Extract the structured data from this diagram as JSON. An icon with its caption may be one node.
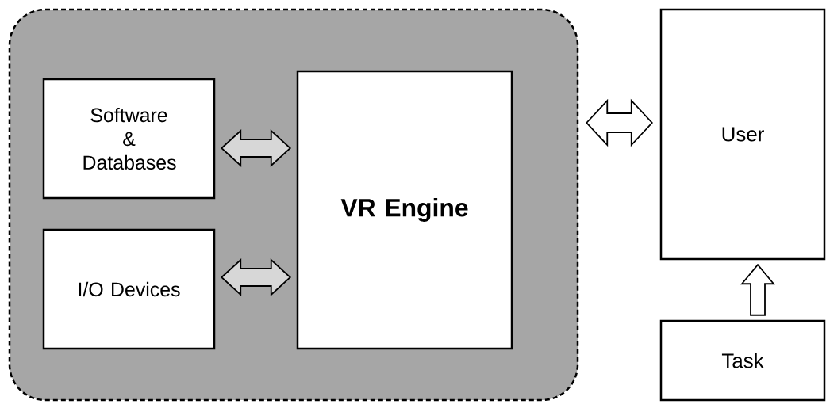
{
  "diagram": {
    "nodes": [
      {
        "text": [],
        "shape": "box"
      },
      {
        "text": [
          "Software & Databases"
        ],
        "in": 0
      },
      {
        "text": [
          "I/O Devices"
        ],
        "in": 0
      },
      {
        "text": [
          "VR Engine"
        ],
        "in": 0
      },
      {
        "text": [
          "User"
        ]
      },
      {
        "text": [
          "Task"
        ]
      }
    ],
    "edges": [
      {
        "from": 1,
        "to": 3,
        "arrow": "both"
      },
      {
        "from": 2,
        "to": 3,
        "arrow": "both"
      },
      {
        "from": 0,
        "to": 4,
        "arrow": "both"
      },
      {
        "from": 5,
        "to": 4,
        "arrow": "to"
      }
    ]
  }
}
